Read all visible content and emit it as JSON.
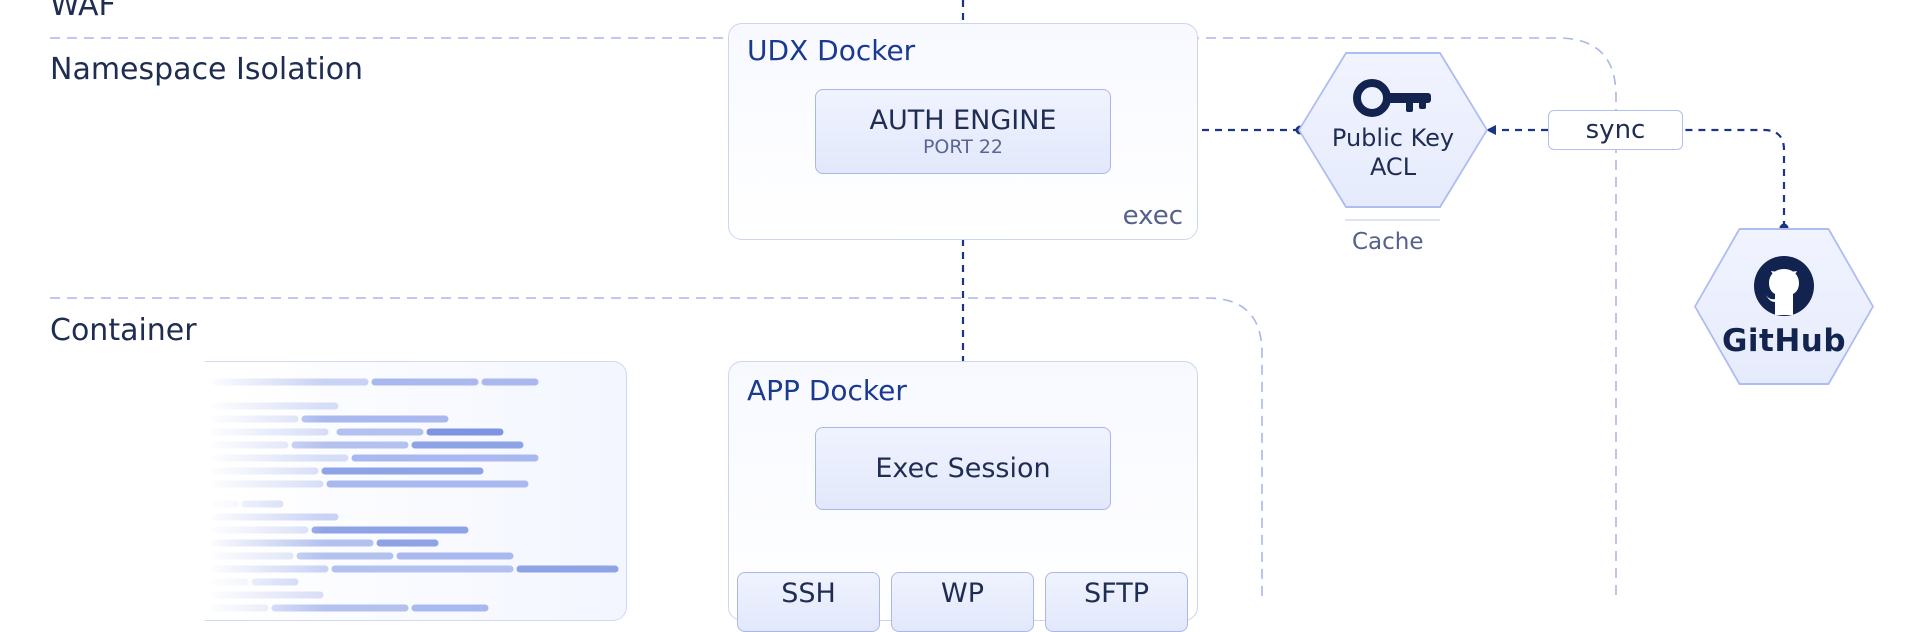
{
  "zones": {
    "waf": "WAF",
    "namespace": "Namespace Isolation",
    "container": "Container"
  },
  "udx_docker": {
    "title": "UDX Docker",
    "footer": "exec",
    "auth_engine": {
      "title": "AUTH ENGINE",
      "subtitle": "PORT 22"
    }
  },
  "app_docker": {
    "title": "APP Docker",
    "exec_session": "Exec Session",
    "sessions": [
      "SSH",
      "WP",
      "SFTP"
    ]
  },
  "public_key": {
    "line1": "Public Key",
    "line2": "ACL",
    "caption": "Cache",
    "icon": "key-icon"
  },
  "sync": {
    "label": "sync"
  },
  "github": {
    "label": "GitHub",
    "icon": "github-icon"
  },
  "colors": {
    "accent": "#1a3a8f",
    "dashed": "#1d3580",
    "zone_line": "#a8b7e6"
  }
}
